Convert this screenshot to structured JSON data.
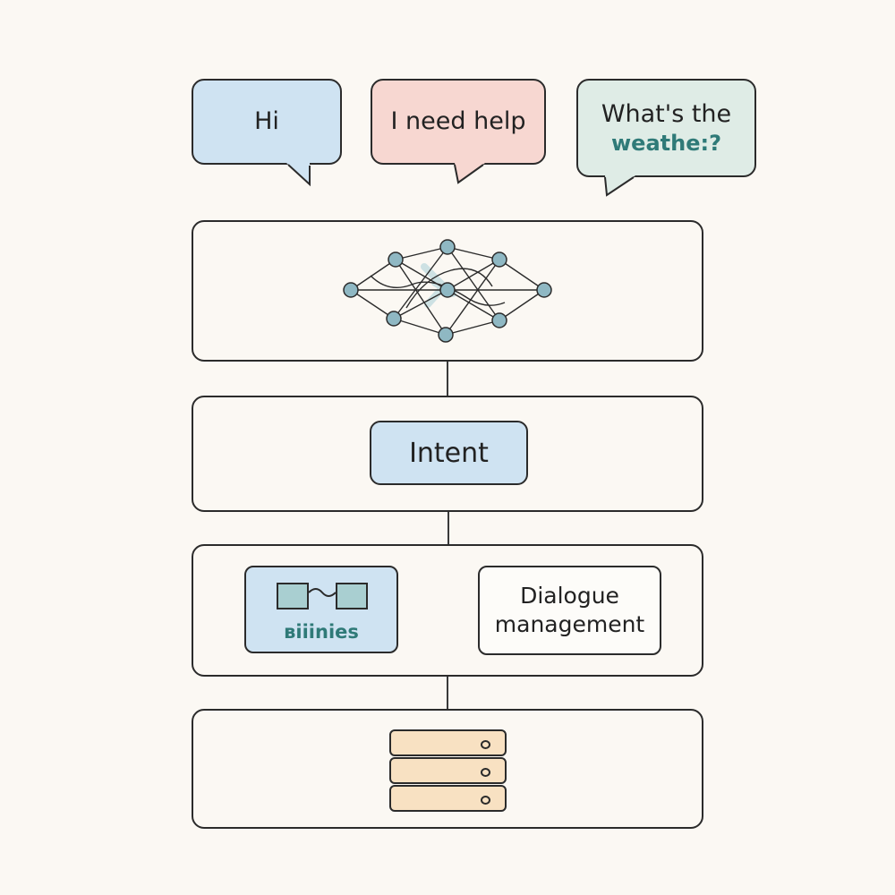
{
  "bubbles": {
    "hi": "Hi",
    "help": "I need help",
    "weather_line1": "What's the",
    "weather_line2": "weathe:?"
  },
  "layers": {
    "neural_network": {
      "icon": "neural-network-icon"
    },
    "intent": {
      "label": "Intent"
    },
    "entities": {
      "label": "вiiinies",
      "icon": "linked-boxes-icon"
    },
    "dialogue": {
      "line1": "Dialogue",
      "line2": "management"
    },
    "storage": {
      "icon": "database-stack-icon"
    }
  },
  "colors": {
    "background": "#fbf8f3",
    "blue": "#cfe3f2",
    "pink": "#f7d7d1",
    "mint": "#dfece6",
    "teal": "#2f7a78",
    "node": "#8fb8c3",
    "db": "#f8e1c2"
  }
}
